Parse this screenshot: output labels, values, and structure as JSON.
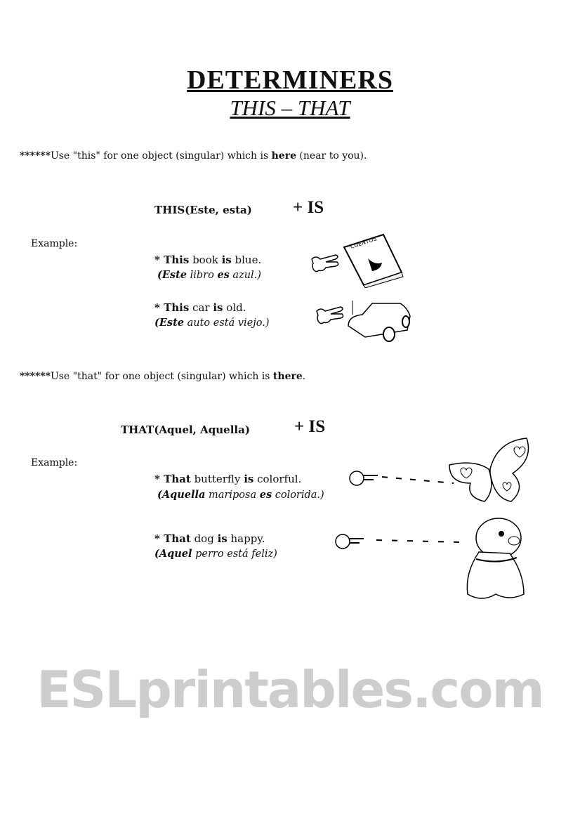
{
  "title": "DETERMINERS",
  "subtitle": "THIS – THAT",
  "watermark": "ESLprintables.com",
  "this_section": {
    "rule_stars": "******",
    "rule_a": "Use \"this\" for one object (singular) which is ",
    "rule_bold": "here",
    "rule_b": " (near to you).",
    "formula": "THIS(Este, esta)",
    "plus": "+ IS",
    "example_label": "Example:",
    "examples": [
      {
        "star": "* ",
        "subj": "This",
        "mid": " book ",
        "verb": "is",
        "end": " blue.",
        "t_subj": "(Este",
        "t_mid": " libro ",
        "t_verb": "es",
        "t_end": " azul.)"
      },
      {
        "star": "* ",
        "subj": "This",
        "mid": " car ",
        "verb": "is",
        "end": " old.",
        "t_subj": "(Este",
        "t_mid": " auto está viejo.)"
      }
    ]
  },
  "that_section": {
    "rule_stars": "******",
    "rule_a": "Use \"that\" for one object (singular) which is ",
    "rule_bold": "there",
    "rule_b": ".",
    "formula": "THAT(Aquel, Aquella)",
    "plus": "+ IS",
    "example_label": "Example:",
    "examples": [
      {
        "star": "* ",
        "subj": "That",
        "mid": " butterfly ",
        "verb": "is",
        "end": " colorful.",
        "t_subj": "(Aquella",
        "t_mid": " mariposa ",
        "t_verb": "es",
        "t_end": " colorida.)"
      },
      {
        "star": "* ",
        "subj": "That",
        "mid": " dog ",
        "verb": "is",
        "end": " happy.",
        "t_subj": "(Aquel",
        "t_mid": " perro está feliz)"
      }
    ]
  },
  "book_cover_text": "CUENTOS"
}
